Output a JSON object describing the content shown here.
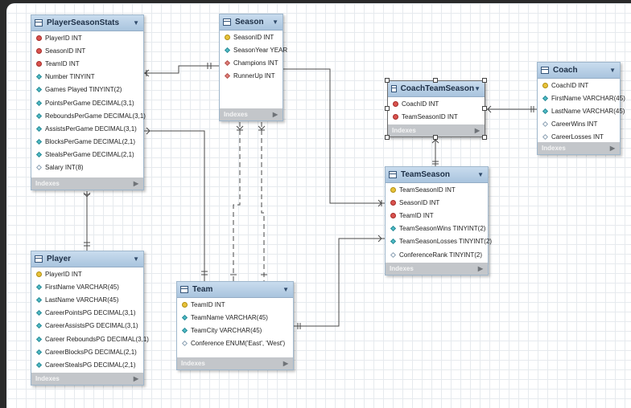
{
  "footer_label": "Indexes",
  "tables": {
    "playerseasonstats": {
      "name": "PlayerSeasonStats",
      "columns": [
        {
          "icon": "fk",
          "text": "PlayerID INT"
        },
        {
          "icon": "fk",
          "text": "SeasonID INT"
        },
        {
          "icon": "fk",
          "text": "TeamID INT"
        },
        {
          "icon": "col",
          "text": "Number TINYINT"
        },
        {
          "icon": "col",
          "text": "Games Played TINYINT(2)"
        },
        {
          "icon": "col",
          "text": "PointsPerGame DECIMAL(3,1)"
        },
        {
          "icon": "col",
          "text": "ReboundsPerGame DECIMAL(3,1)"
        },
        {
          "icon": "col",
          "text": "AssistsPerGame DECIMAL(3,1)"
        },
        {
          "icon": "col",
          "text": "BlocksPerGame DECIMAL(2,1)"
        },
        {
          "icon": "col",
          "text": "StealsPerGame DECIMAL(2,1)"
        },
        {
          "icon": "nul",
          "text": "Salary INT(8)"
        }
      ]
    },
    "season": {
      "name": "Season",
      "columns": [
        {
          "icon": "pk",
          "text": "SeasonID INT"
        },
        {
          "icon": "col",
          "text": "SeasonYear YEAR"
        },
        {
          "icon": "fkcol",
          "text": "Champions INT"
        },
        {
          "icon": "fkcol",
          "text": "RunnerUp INT"
        }
      ]
    },
    "coachteamseason": {
      "name": "CoachTeamSeason",
      "columns": [
        {
          "icon": "fk",
          "text": "CoachID INT"
        },
        {
          "icon": "fk",
          "text": "TeamSeasonID INT"
        }
      ]
    },
    "coach": {
      "name": "Coach",
      "columns": [
        {
          "icon": "pk",
          "text": "CoachID INT"
        },
        {
          "icon": "col",
          "text": "FirstName VARCHAR(45)"
        },
        {
          "icon": "col",
          "text": "LastName VARCHAR(45)"
        },
        {
          "icon": "nul",
          "text": "CareerWins INT"
        },
        {
          "icon": "nul",
          "text": "CareerLosses INT"
        }
      ]
    },
    "teamseason": {
      "name": "TeamSeason",
      "columns": [
        {
          "icon": "pk",
          "text": "TeamSeasonID INT"
        },
        {
          "icon": "fk",
          "text": "SeasonID INT"
        },
        {
          "icon": "fk",
          "text": "TeamID INT"
        },
        {
          "icon": "col",
          "text": "TeamSeasonWins TINYINT(2)"
        },
        {
          "icon": "col",
          "text": "TeamSeasonLosses TINYINT(2)"
        },
        {
          "icon": "nul",
          "text": "ConferenceRank TINYINT(2)"
        }
      ]
    },
    "player": {
      "name": "Player",
      "columns": [
        {
          "icon": "pk",
          "text": "PlayerID INT"
        },
        {
          "icon": "col",
          "text": "FirstName VARCHAR(45)"
        },
        {
          "icon": "col",
          "text": "LastName VARCHAR(45)"
        },
        {
          "icon": "col",
          "text": "CareerPointsPG DECIMAL(3,1)"
        },
        {
          "icon": "col",
          "text": "CareerAssistsPG DECIMAL(3,1)"
        },
        {
          "icon": "col",
          "text": "Career ReboundsPG DECIMAL(3,1)"
        },
        {
          "icon": "col",
          "text": "CareerBlocksPG DECIMAL(2,1)"
        },
        {
          "icon": "col",
          "text": "CareerStealsPG DECIMAL(2,1)"
        }
      ]
    },
    "team": {
      "name": "Team",
      "columns": [
        {
          "icon": "pk",
          "text": "TeamID INT"
        },
        {
          "icon": "col",
          "text": "TeamName VARCHAR(45)"
        },
        {
          "icon": "col",
          "text": "TeamCity VARCHAR(45)"
        },
        {
          "icon": "nul",
          "text": "Conference ENUM('East', 'West')"
        }
      ]
    }
  }
}
